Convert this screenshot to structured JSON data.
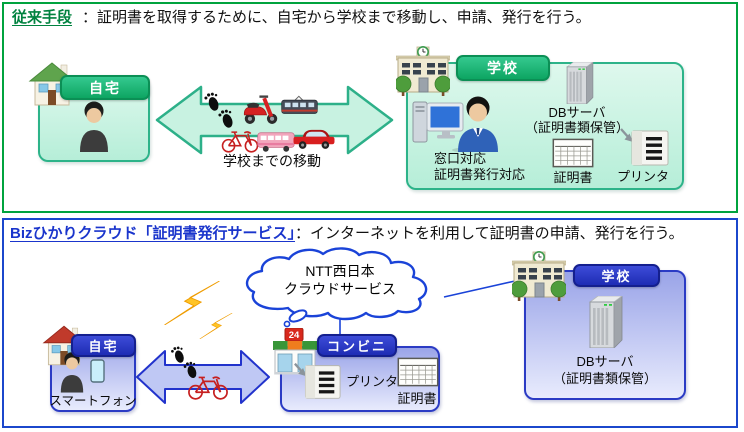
{
  "top": {
    "heading": "従来手段",
    "heading_rest": "：証明書を取得するために、自宅から学校まで移動し、申請、発行を行う。",
    "home_label": "自宅",
    "travel_caption": "学校までの移動",
    "school_label": "学校",
    "counter_line1": "窓口対応",
    "counter_line2": "証明書発行対応",
    "db_line1": "DBサーバ",
    "db_line2": "（証明書類保管）",
    "certificate_label": "証明書",
    "printer_label": "プリンタ"
  },
  "bottom": {
    "heading": "Bizひかりクラウド「証明書発行サービス」",
    "heading_rest": "：インターネットを利用して証明書の申請、発行を行う。",
    "cloud_line1": "NTT西日本",
    "cloud_line2": "クラウドサービス",
    "home_label": "自宅",
    "smartphone_caption": "スマートフォン",
    "store_sign": "24",
    "convenience_label": "コンビニ",
    "printer_label": "プリンタ",
    "certificate_label": "証明書",
    "school_label": "学校",
    "db_line1": "DBサーバ",
    "db_line2": "（証明書類保管）"
  },
  "colors": {
    "top_panel_border": "#00a33e",
    "top_label_green": "#0da562",
    "top_box_fill": "#c6f2e0",
    "top_box_border": "#2db389",
    "heading_green": "#00823f",
    "bottom_panel_border": "#1b47cc",
    "bottom_label_blue": "#1e2cb4",
    "bottom_box_fill_top": "#9aa4e8",
    "bottom_box_fill_bottom": "#e8ebfd",
    "heading_blue": "#1a35cc",
    "arrow_green_fill": "#c8f2e1",
    "arrow_blue_fill": "#bfc8f4",
    "cloud_stroke": "#1a43d8",
    "lightning_yellow": "#ffc426"
  },
  "icons": {
    "house_green": "green-roof house",
    "house_red": "red-roof house",
    "person": "student silhouette",
    "person_smartphone": "person holding smartphone",
    "school_building": "school with clock and trees",
    "clerk_computer": "clerk at desktop computer",
    "db_server": "server tower",
    "certificate_sheet": "tabular certificate document",
    "printer": "printer with output arrow",
    "convenience_store": "24h convenience store",
    "transport": "footprints, scooter, train, bicycle, bus, car",
    "lightning": "wireless link bolts",
    "cloud": "NTT cloud outline"
  }
}
